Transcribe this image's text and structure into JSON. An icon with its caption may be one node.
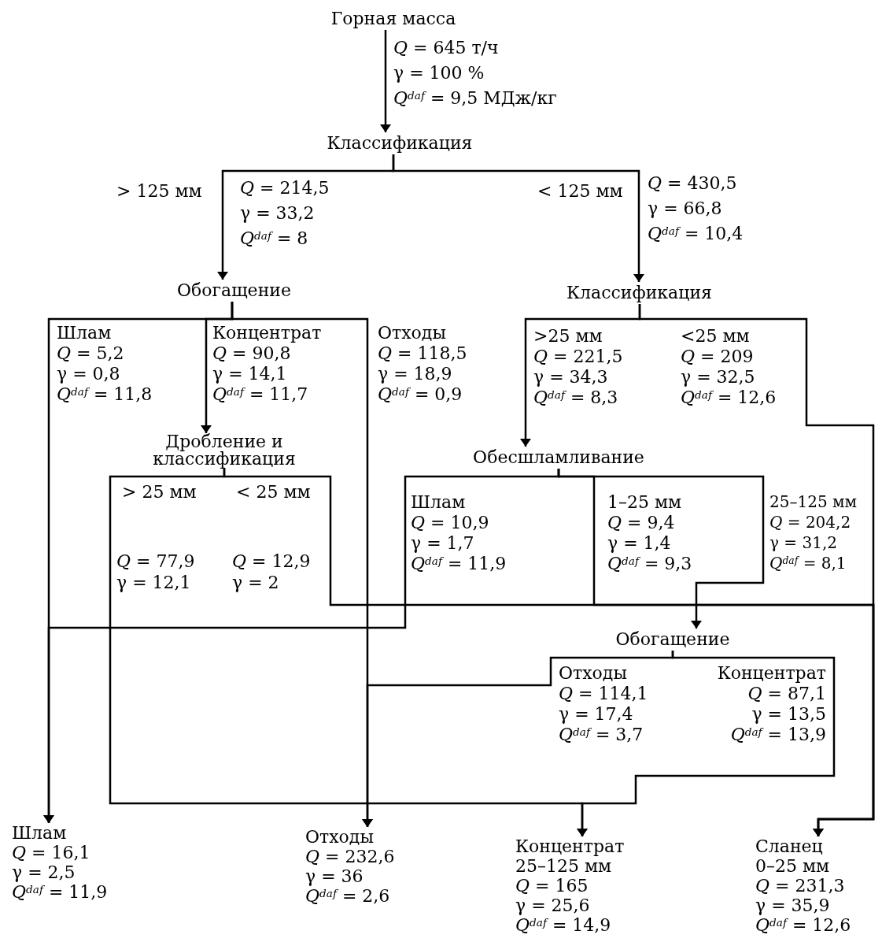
{
  "diagram": {
    "nodes": [
      {
        "text": [
          "Горная масса"
        ]
      },
      {
        "text": [
          "Классификация"
        ]
      },
      {
        "text": [
          "Обогащение"
        ]
      },
      {
        "text": [
          "Классификация"
        ]
      },
      {
        "text": [
          "Дробление и классификация"
        ]
      },
      {
        "text": [
          "Обесшламливание"
        ]
      },
      {
        "text": [
          "Обогащение"
        ]
      },
      {
        "text": [
          "Шлам",
          "*Q* = 16,1",
          "γ = 2,5",
          "*Q*$^{daf}$ = 11,9"
        ]
      },
      {
        "text": [
          "Отходы",
          "*Q* = 232,6",
          "γ = 36",
          "*Q*$^{daf}$ = 2,6"
        ]
      },
      {
        "text": [
          "Концентрат",
          "25–125 мм",
          "*Q* = 165",
          "γ = 25,6",
          "*Q*$^{daf}$ = 14,9"
        ]
      },
      {
        "text": [
          "Сланец",
          "0–25 мм",
          "*Q* = 231,3",
          "γ = 35,9",
          "*Q*$^{daf}$ = 12,6"
        ]
      }
    ],
    "edges": [
      {
        "from": 0,
        "to": 1,
        "arrow": "to"
      },
      {
        "from": 1,
        "to": 2,
        "arrow": "to"
      },
      {
        "from": 1,
        "to": 3,
        "arrow": "to"
      },
      {
        "from": 2,
        "to": 7,
        "arrow": "to"
      },
      {
        "from": 2,
        "to": 4,
        "arrow": "to"
      },
      {
        "from": 2,
        "to": 8,
        "arrow": "to"
      },
      {
        "from": 3,
        "to": 5,
        "arrow": "to"
      },
      {
        "from": 3,
        "to": 10,
        "arrow": "to"
      },
      {
        "from": 4,
        "to": 9,
        "arrow": "to"
      },
      {
        "from": 4,
        "to": 10,
        "arrow": "to"
      },
      {
        "from": 5,
        "to": 7,
        "arrow": "to"
      },
      {
        "from": 5,
        "to": 10,
        "arrow": "to"
      },
      {
        "from": 5,
        "to": 6,
        "arrow": "to"
      },
      {
        "from": 6,
        "to": 8,
        "arrow": "to"
      },
      {
        "from": 6,
        "to": 9,
        "arrow": "to"
      }
    ],
    "labels": [
      "*Q* = 645 т/ч",
      "γ = 100 %",
      "*Q*$^{daf}$ = 9,5 МДж/кг",
      "> 125 мм",
      "*Q* = 214,5",
      "γ = 33,2",
      "*Q*$^{daf}$ = 8",
      "< 125 мм",
      "*Q* = 430,5",
      "γ = 66,8",
      "*Q*$^{daf}$ = 10,4",
      "Шлам",
      "*Q* = 5,2",
      "γ = 0,8",
      "*Q*$^{daf}$ = 11,8",
      "Концентрат",
      "*Q* = 90,8",
      "γ = 14,1",
      "*Q*$^{daf}$ = 11,7",
      "Отходы",
      "*Q* = 118,5",
      "γ = 18,9",
      "*Q*$^{daf}$ = 0,9",
      ">25 мм",
      "*Q* = 221,5",
      "γ = 34,3",
      "*Q*$^{daf}$ = 8,3",
      "<25 мм",
      "*Q* = 209",
      "γ = 32,5",
      "*Q*$^{daf}$ = 12,6",
      "> 25 мм",
      "< 25 мм",
      "*Q* = 77,9",
      "γ = 12,1",
      "*Q* = 12,9",
      "γ = 2",
      "Шлам",
      "*Q* = 10,9",
      "γ = 1,7",
      "*Q*$^{daf}$ = 11,9",
      "1–25 мм",
      "*Q* = 9,4",
      "γ = 1,4",
      "*Q*$^{daf}$ = 9,3",
      "25–125 мм",
      "*Q* = 204,2",
      "γ = 31,2",
      "*Q*$^{daf}$ = 8,1",
      "Отходы",
      "*Q* = 114,1",
      "γ = 17,4",
      "*Q*$^{daf}$ = 3,7",
      "Концентрат",
      "*Q* = 87,1",
      "γ = 13,5",
      "*Q*$^{daf}$ = 13,9"
    ]
  }
}
